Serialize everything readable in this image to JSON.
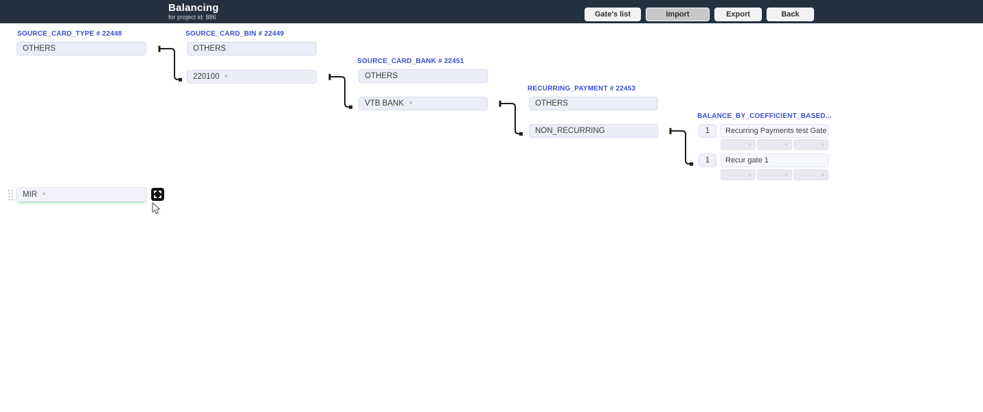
{
  "header": {
    "title": "Balancing",
    "subtitle": "for project id: 886",
    "buttons": {
      "gates_list": "Gate's list",
      "import": "Import",
      "export": "Export",
      "back": "Back"
    }
  },
  "columns": [
    {
      "title": "SOURCE_CARD_TYPE # 22448",
      "boxes": [
        {
          "label": "OTHERS"
        }
      ]
    },
    {
      "title": "SOURCE_CARD_BIN # 22449",
      "boxes": [
        {
          "label": "OTHERS"
        },
        {
          "label": "220100"
        }
      ]
    },
    {
      "title": "SOURCE_CARD_BANK # 22451",
      "boxes": [
        {
          "label": "OTHERS"
        },
        {
          "label": "VTB BANK"
        }
      ]
    },
    {
      "title": "RECURRING_PAYMENT # 22453",
      "boxes": [
        {
          "label": "OTHERS"
        },
        {
          "label": "NON_RECURRING"
        }
      ]
    }
  ],
  "gates": {
    "title": "BALANCE_BY_COEFFICIENT_BASED...",
    "rows": [
      {
        "coefficient": "1",
        "name": "Recurring Payments test Gate"
      },
      {
        "coefficient": "1",
        "name": "Recur gate 1"
      }
    ]
  },
  "palette": {
    "label": "MIR"
  },
  "icons": {
    "remove": "×"
  },
  "colors": {
    "topbar_bg": "#243140",
    "column_title": "#3a50d0",
    "node_bg": "#ebedf9",
    "active_button_bg": "#c7c7ca",
    "palette_glow": "#6abe82",
    "connector": "#1b1b1b"
  }
}
